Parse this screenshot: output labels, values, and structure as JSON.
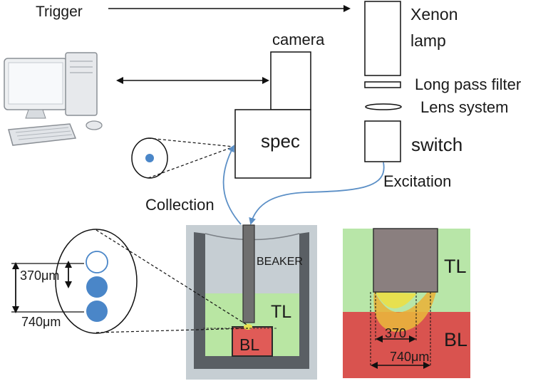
{
  "labels": {
    "trigger": "Trigger",
    "xenon_lamp_line1": "Xenon",
    "xenon_lamp_line2": "lamp",
    "camera": "camera",
    "long_pass_filter": "Long pass filter",
    "lens_system": "Lens system",
    "spec": "spec",
    "switch": "switch",
    "excitation": "Excitation",
    "collection": "Collection",
    "beaker": "BEAKER",
    "tl": "TL",
    "bl": "BL",
    "dim_370um": "370μm",
    "dim_740um": "740μm",
    "zoom_tl": "TL",
    "zoom_bl": "BL",
    "zoom_370": "370",
    "zoom_740um": "740μm"
  },
  "icons": {
    "computer": "desktop-computer-icon"
  },
  "colors": {
    "beaker_frame": "#c6ced3",
    "top_layer_liquid": "#b9e6a3",
    "bottom_layer": "#e05b57",
    "probe_grey": "#6f6f6f",
    "fiber_blue": "#4a86c8",
    "light_path": "#6f9ccc",
    "zoom_top_bg": "#b8e6a8",
    "zoom_bottom_bg": "#d9534f",
    "glow_yellow": "#e7e04f"
  }
}
